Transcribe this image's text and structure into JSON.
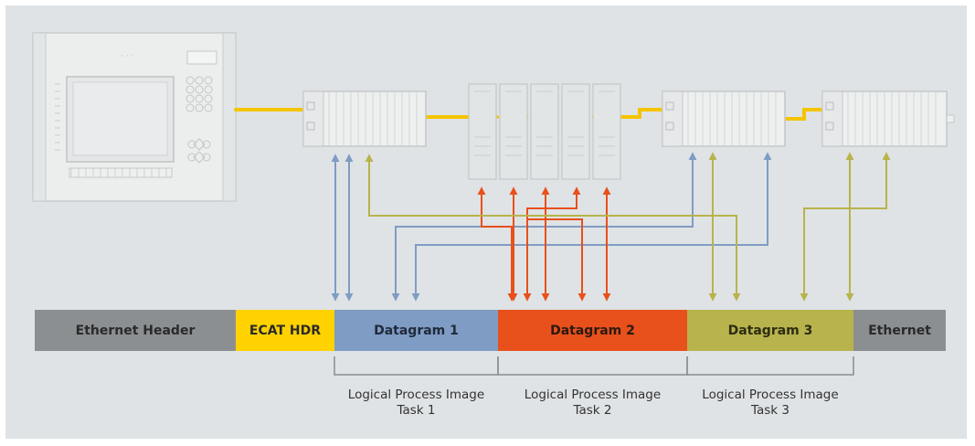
{
  "frame": {
    "segments": [
      {
        "name": "ethernet-header",
        "label": "Ethernet Header",
        "color": "#8c8f91"
      },
      {
        "name": "ecat-header",
        "label": "ECAT HDR",
        "color": "#ffd200"
      },
      {
        "name": "datagram-1",
        "label": "Datagram 1",
        "color": "#7f9cc4"
      },
      {
        "name": "datagram-2",
        "label": "Datagram 2",
        "color": "#e8501c"
      },
      {
        "name": "datagram-3",
        "label": "Datagram 3",
        "color": "#b8b34c"
      },
      {
        "name": "ethernet-trailer",
        "label": "Ethernet",
        "color": "#8c8f91"
      }
    ]
  },
  "tasks": [
    {
      "line1": "Logical Process Image",
      "line2": "Task 1"
    },
    {
      "line1": "Logical Process Image",
      "line2": "Task 2"
    },
    {
      "line1": "Logical Process Image",
      "line2": "Task 3"
    }
  ],
  "colors": {
    "background": "#dfe3e5",
    "bus_cable": "#f5c400",
    "task1_arrows": "#7f9cc4",
    "task2_arrows": "#e8501c",
    "task3_arrows": "#b8b34c"
  }
}
